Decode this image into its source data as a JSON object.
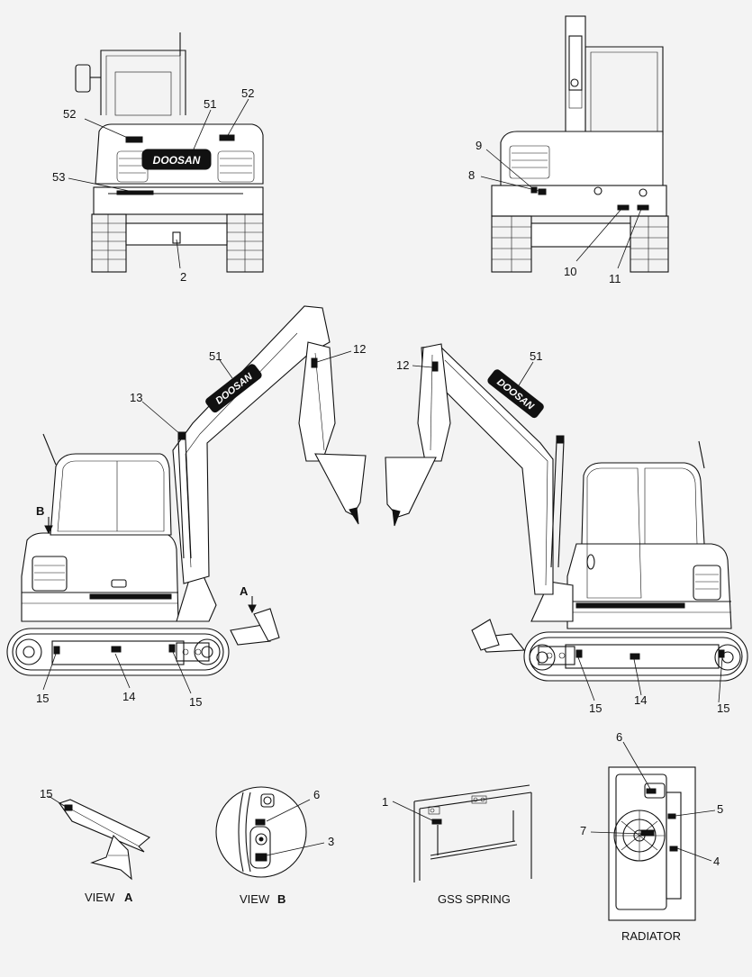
{
  "brand": "DOOSAN",
  "callouts": {
    "front_view": [
      "52",
      "51",
      "52",
      "53",
      "2"
    ],
    "rear_view": [
      "9",
      "8",
      "10",
      "11"
    ],
    "left_side": [
      "51",
      "12",
      "13",
      "B",
      "A",
      "15",
      "14",
      "15"
    ],
    "right_side": [
      "12",
      "51",
      "15",
      "14",
      "15"
    ],
    "view_a": [
      "15"
    ],
    "view_b": [
      "6",
      "3"
    ],
    "gss": [
      "1"
    ],
    "radiator": [
      "6",
      "5",
      "7",
      "4"
    ]
  },
  "captions": {
    "view_a_prefix": "VIEW",
    "view_a_letter": "A",
    "view_b_prefix": "VIEW",
    "view_b_letter": "B",
    "gss": "GSS SPRING",
    "radiator": "RADIATOR"
  }
}
